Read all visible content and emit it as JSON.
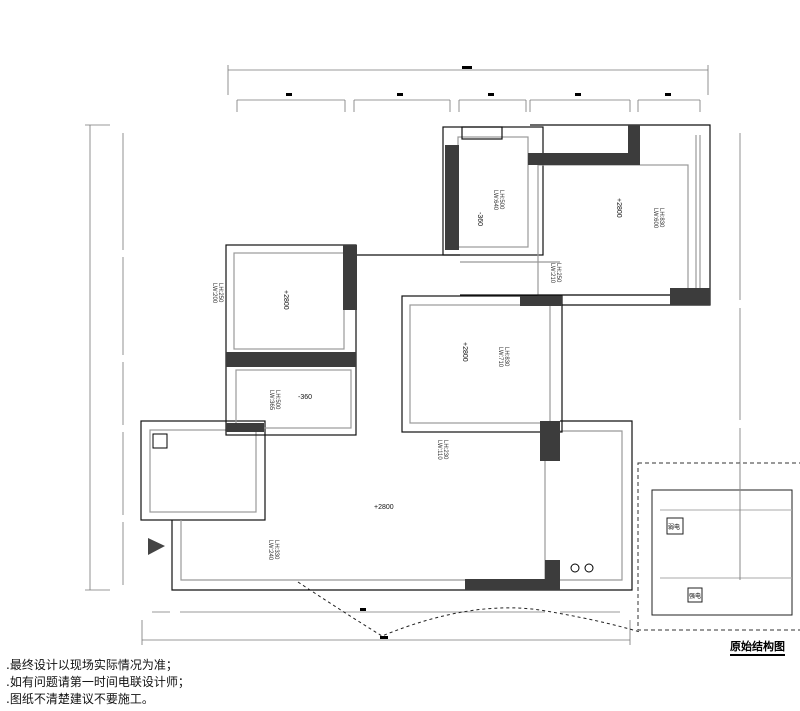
{
  "drawing": {
    "title": "原始结构图",
    "notes": [
      ".最终设计以现场实际情况为准；",
      ".如有问题请第一时间电联设计师；",
      ".图纸不清楚建议不要施工。"
    ]
  },
  "rooms": {
    "bath_top": {
      "level": "-360",
      "lh": "LH:500",
      "lw": "LW:640"
    },
    "bedroom_top_right": {
      "level": "+2800",
      "lh": "LH:830",
      "lw": "LW:600"
    },
    "corridor": {
      "lh": "LH:250",
      "lw": "LW:210"
    },
    "bedroom_left": {
      "level": "+2800",
      "lh": "LH:250",
      "lw": "LW:200"
    },
    "bath_left": {
      "level": "-360",
      "lh": "LH:500",
      "lw": "LW:365"
    },
    "bedroom_center": {
      "level": "+2800",
      "lh": "LH:830",
      "lw": "LW:710"
    },
    "living": {
      "level": "+2800",
      "lh": "LH:230",
      "lw": "LW:110"
    },
    "entry": {
      "lh": "LH:330",
      "lw": "LW:240"
    }
  },
  "detail": {
    "box1": "弱电",
    "box2": "强电"
  }
}
